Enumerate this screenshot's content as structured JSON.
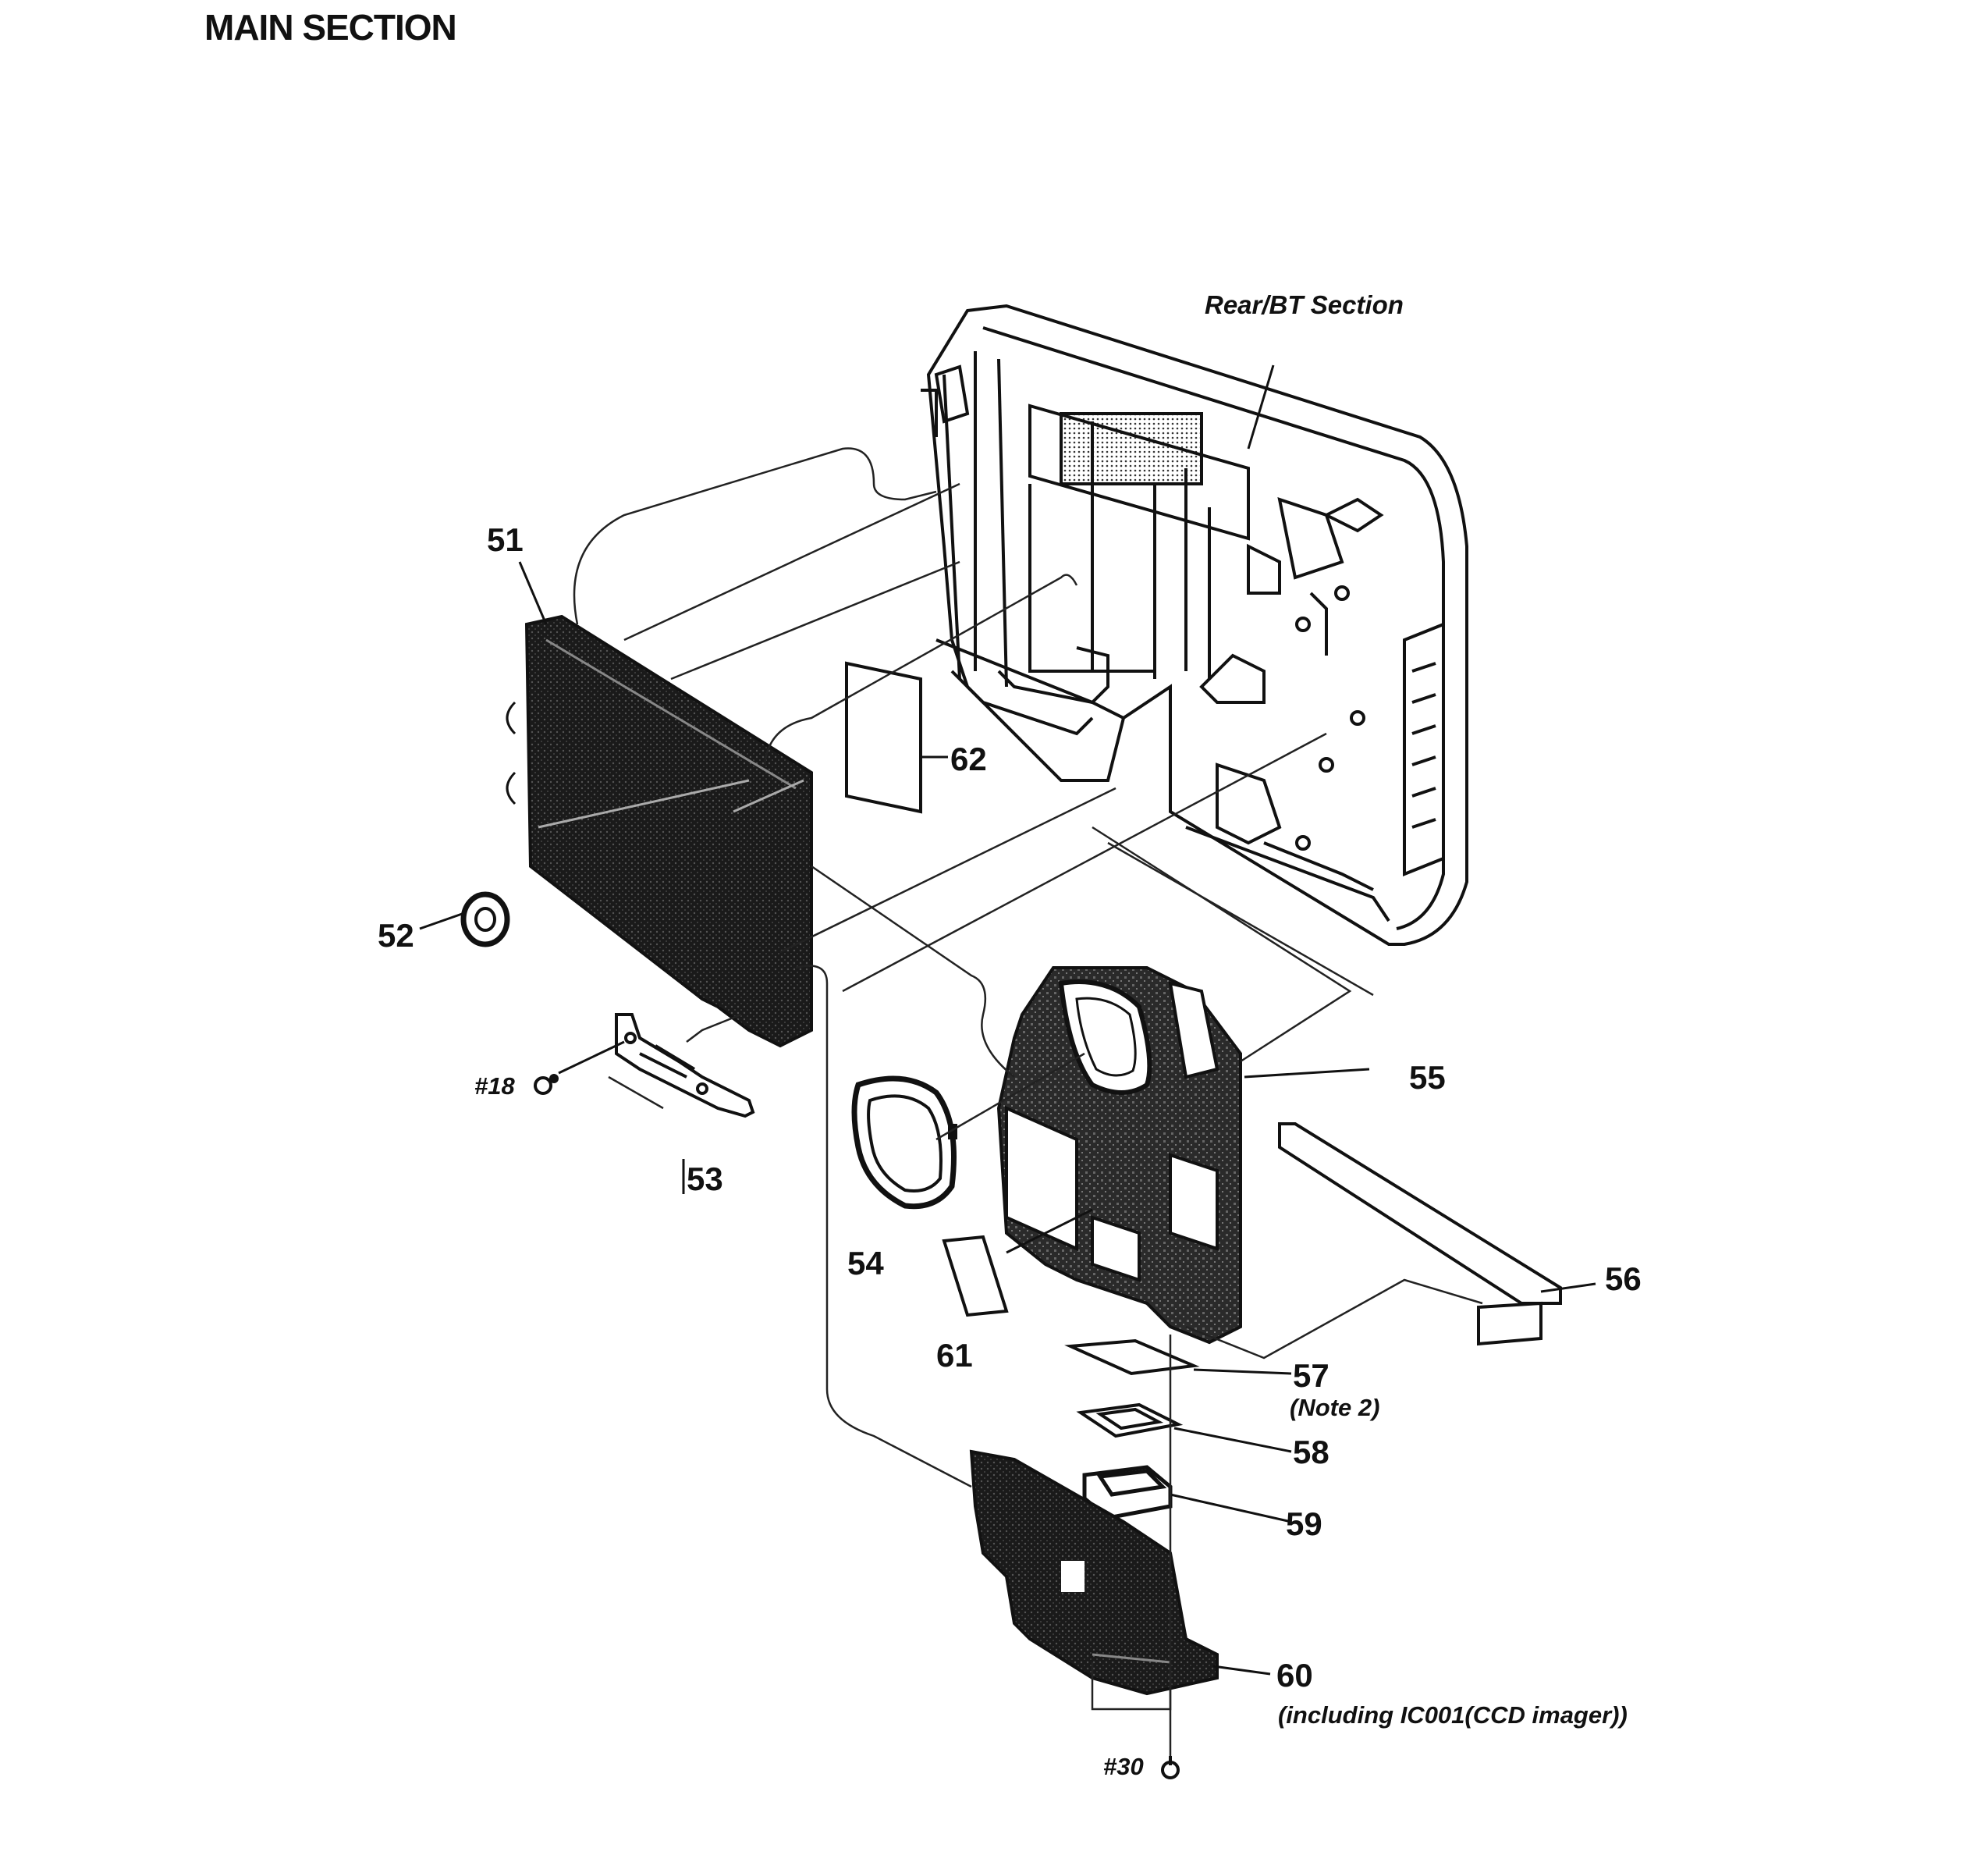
{
  "title": "MAIN SECTION",
  "section_reference": "Rear/BT Section",
  "parts": [
    {
      "id": "51",
      "label": "51"
    },
    {
      "id": "52",
      "label": "52"
    },
    {
      "id": "53",
      "label": "53"
    },
    {
      "id": "54",
      "label": "54"
    },
    {
      "id": "55",
      "label": "55"
    },
    {
      "id": "56",
      "label": "56"
    },
    {
      "id": "57",
      "label": "57",
      "note": "(Note 2)"
    },
    {
      "id": "58",
      "label": "58"
    },
    {
      "id": "59",
      "label": "59"
    },
    {
      "id": "60",
      "label": "60",
      "note": "(including IC001(CCD imager))"
    },
    {
      "id": "61",
      "label": "61"
    },
    {
      "id": "62",
      "label": "62"
    }
  ],
  "screws": [
    {
      "id": "18",
      "label": "#18"
    },
    {
      "id": "30",
      "label": "#30"
    }
  ]
}
